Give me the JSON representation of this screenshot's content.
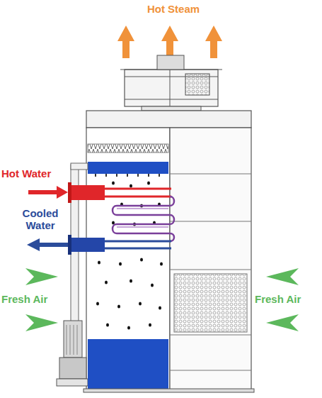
{
  "diagram": {
    "labels": [
      "Hot Steam",
      "Hot Water",
      "Cooled Water",
      "Fresh Air",
      "Fresh Air"
    ]
  }
}
